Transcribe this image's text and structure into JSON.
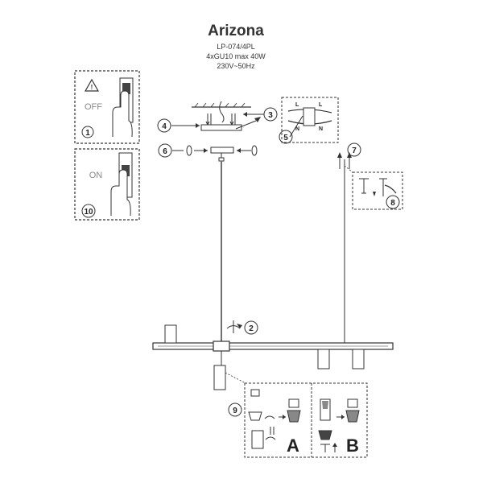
{
  "header": {
    "title": "Arizona",
    "model": "LP-074/4PL",
    "bulb": "4xGU10 max 40W",
    "voltage": "230V~50Hz"
  },
  "panels": {
    "off": {
      "label": "OFF",
      "step": "1"
    },
    "on": {
      "label": "ON",
      "step": "10"
    }
  },
  "steps": {
    "s2": "2",
    "s3": "3",
    "s4": "4",
    "s5": "5",
    "s6": "6",
    "s7": "7",
    "s8": "8",
    "s9": "9"
  },
  "wiring": {
    "l": "L",
    "n": "N"
  },
  "variants": {
    "a": "A",
    "b": "B"
  },
  "colors": {
    "line": "#333333",
    "dash": "#666666",
    "fill": "#ffffff"
  }
}
